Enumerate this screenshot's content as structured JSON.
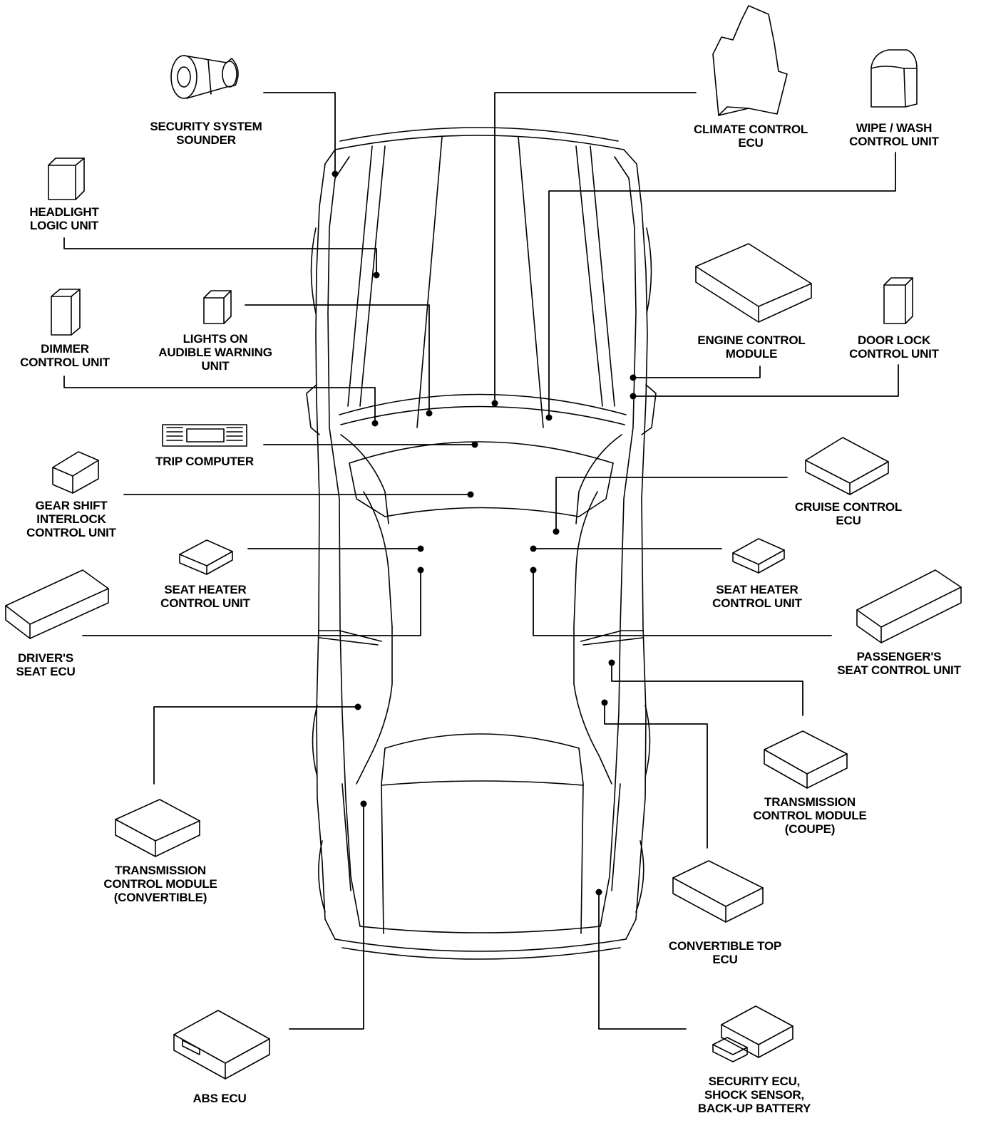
{
  "components": {
    "security_sounder": [
      "SECURITY SYSTEM",
      "SOUNDER"
    ],
    "headlight_logic": [
      "HEADLIGHT",
      "LOGIC UNIT"
    ],
    "dimmer_control": [
      "DIMMER",
      "CONTROL UNIT"
    ],
    "lights_on_warning": [
      "LIGHTS ON",
      "AUDIBLE WARNING",
      "UNIT"
    ],
    "trip_computer": [
      "TRIP COMPUTER"
    ],
    "gear_shift_interlock": [
      "GEAR SHIFT",
      "INTERLOCK",
      "CONTROL UNIT"
    ],
    "seat_heater_left": [
      "SEAT HEATER",
      "CONTROL UNIT"
    ],
    "drivers_seat_ecu": [
      "DRIVER'S",
      "SEAT ECU"
    ],
    "transmission_convertible": [
      "TRANSMISSION",
      "CONTROL MODULE",
      "(CONVERTIBLE)"
    ],
    "abs_ecu": [
      "ABS ECU"
    ],
    "climate_control_ecu": [
      "CLIMATE CONTROL",
      "ECU"
    ],
    "wipe_wash_control": [
      "WIPE / WASH",
      "CONTROL UNIT"
    ],
    "engine_control_module": [
      "ENGINE CONTROL",
      "MODULE"
    ],
    "door_lock_control": [
      "DOOR LOCK",
      "CONTROL UNIT"
    ],
    "cruise_control_ecu": [
      "CRUISE CONTROL",
      "ECU"
    ],
    "seat_heater_right": [
      "SEAT HEATER",
      "CONTROL UNIT"
    ],
    "passengers_seat_control": [
      "PASSENGER'S",
      "SEAT CONTROL UNIT"
    ],
    "transmission_coupe": [
      "TRANSMISSION",
      "CONTROL MODULE",
      "(COUPE)"
    ],
    "convertible_top_ecu": [
      "CONVERTIBLE TOP",
      "ECU"
    ],
    "security_ecu": [
      "SECURITY ECU,",
      "SHOCK SENSOR,",
      "BACK-UP BATTERY"
    ]
  }
}
